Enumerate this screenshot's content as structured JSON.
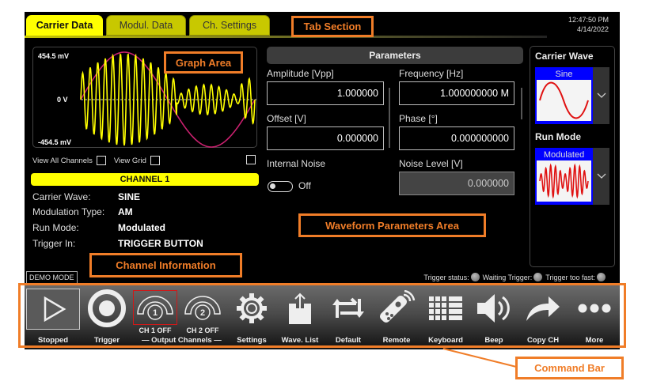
{
  "tabs": [
    {
      "label": "Carrier Data",
      "active": true
    },
    {
      "label": "Modul. Data",
      "active": false
    },
    {
      "label": "Ch. Settings",
      "active": false
    }
  ],
  "clock": {
    "time": "12:47:50 PM",
    "date": "4/14/2022"
  },
  "graph": {
    "y_max_label": "454.5 mV",
    "y_zero_label": "0 V",
    "y_min_label": "-454.5 mV",
    "view_all_channels_label": "View All Channels",
    "view_all_channels_checked": false,
    "view_grid_label": "View Grid",
    "view_grid_checked": false,
    "carrier_color": "#ffff00",
    "modulation_color": "#c8206e"
  },
  "channel": {
    "title": "CHANNEL 1",
    "rows": [
      {
        "label": "Carrier Wave:",
        "value": "SINE"
      },
      {
        "label": "Modulation Type:",
        "value": "AM"
      },
      {
        "label": "Run Mode:",
        "value": "Modulated"
      },
      {
        "label": "Trigger In:",
        "value": "TRIGGER BUTTON"
      }
    ]
  },
  "demo_mode_label": "DEMO MODE",
  "parameters": {
    "header": "Parameters",
    "amplitude": {
      "label": "Amplitude [Vpp]",
      "value": "1.000000"
    },
    "frequency": {
      "label": "Frequency [Hz]",
      "value": "1.000000000 M"
    },
    "offset": {
      "label": "Offset [V]",
      "value": "0.000000"
    },
    "phase": {
      "label": "Phase [°]",
      "value": "0.000000000"
    },
    "internal_noise": {
      "label": "Internal Noise",
      "state": "Off"
    },
    "noise_level": {
      "label": "Noise Level [V]",
      "value": "0.000000"
    }
  },
  "side_panel": {
    "carrier_wave_title": "Carrier Wave",
    "carrier_wave_selected": "Sine",
    "run_mode_title": "Run Mode",
    "run_mode_selected": "Modulated",
    "accent": "#0000ff"
  },
  "trigger_status": {
    "status_label": "Trigger status:",
    "waiting_label": "Waiting Trigger:",
    "too_fast_label": "Trigger too fast:"
  },
  "command_bar": {
    "items": [
      {
        "id": "stopped",
        "label": "Stopped",
        "icon": "play-icon"
      },
      {
        "id": "trigger",
        "label": "Trigger",
        "icon": "trigger-icon"
      },
      {
        "id": "ch1",
        "sub": "CH 1 OFF",
        "icon": "channel-1-icon"
      },
      {
        "id": "ch2",
        "sub": "CH 2 OFF",
        "icon": "channel-2-icon"
      },
      {
        "id": "settings",
        "label": "Settings",
        "icon": "gear-icon"
      },
      {
        "id": "wave_list",
        "label": "Wave. List",
        "icon": "upload-icon"
      },
      {
        "id": "default",
        "label": "Default",
        "icon": "repeat-icon"
      },
      {
        "id": "remote",
        "label": "Remote",
        "icon": "remote-icon"
      },
      {
        "id": "keyboard",
        "label": "Keyboard",
        "icon": "keyboard-icon"
      },
      {
        "id": "beep",
        "label": "Beep",
        "icon": "speaker-icon"
      },
      {
        "id": "copy_ch",
        "label": "Copy CH",
        "icon": "share-arrow-icon"
      },
      {
        "id": "more",
        "label": "More",
        "icon": "more-icon"
      }
    ],
    "output_channels_label": "— Output Channels —"
  },
  "annotations": {
    "tab_section": "Tab Section",
    "graph_area": "Graph Area",
    "channel_information": "Channel Information",
    "waveform_parameters_area": "Waveform Parameters Area",
    "command_bar": "Command Bar",
    "color": "#f07d28"
  }
}
